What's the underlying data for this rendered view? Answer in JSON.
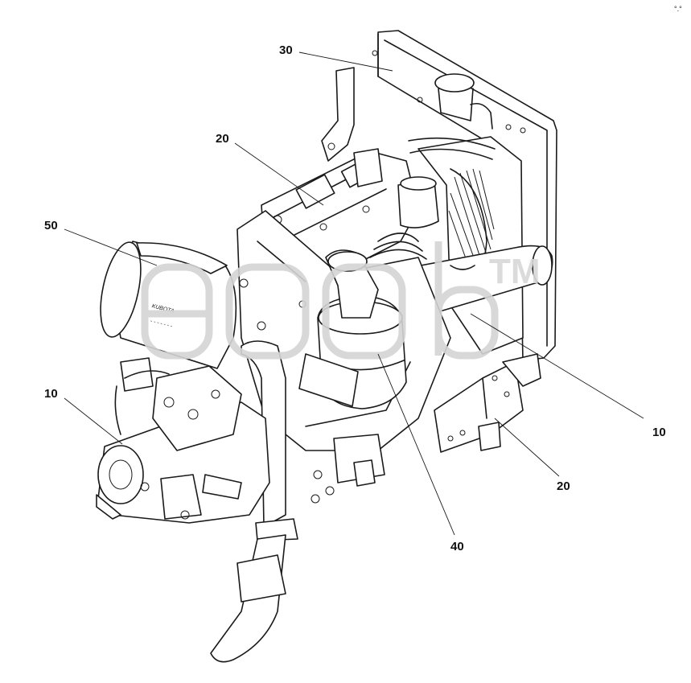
{
  "diagram": {
    "callouts": [
      {
        "id": "callout-30-top",
        "text": "30"
      },
      {
        "id": "callout-20-upper",
        "text": "20"
      },
      {
        "id": "callout-50-left",
        "text": "50"
      },
      {
        "id": "callout-10-left",
        "text": "10"
      },
      {
        "id": "callout-10-right",
        "text": "10"
      },
      {
        "id": "callout-20-lower",
        "text": "20"
      },
      {
        "id": "callout-40-bottom",
        "text": "40"
      }
    ],
    "watermark_mark": "TM",
    "filter_plate_text": "KUBOTA"
  }
}
